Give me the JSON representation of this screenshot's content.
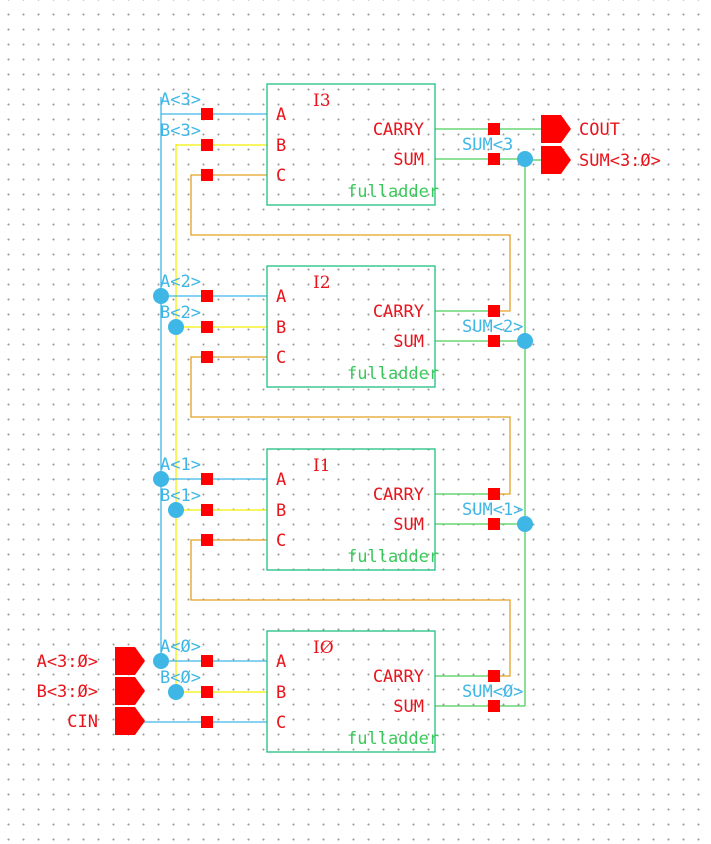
{
  "colors": {
    "block": "#20c080",
    "wire_blue": "#3fb7e6",
    "wire_yellow": "#f4f000",
    "wire_orange": "#e3a023",
    "wire_green": "#4ccf5a",
    "pin": "#ff0000",
    "label_red": "#e8141c",
    "label_blue": "#3fb7e6",
    "label_green": "#39c95a"
  },
  "instances": [
    {
      "name": "I3",
      "cell": "fulladder",
      "inputs": [
        "A",
        "B",
        "C"
      ],
      "outputs": [
        "CARRY",
        "SUM"
      ],
      "net_a": "A<3>",
      "net_b": "B<3>",
      "net_sum": "SUM<3"
    },
    {
      "name": "I2",
      "cell": "fulladder",
      "inputs": [
        "A",
        "B",
        "C"
      ],
      "outputs": [
        "CARRY",
        "SUM"
      ],
      "net_a": "A<2>",
      "net_b": "B<2>",
      "net_sum": "SUM<2>"
    },
    {
      "name": "I1",
      "cell": "fulladder",
      "inputs": [
        "A",
        "B",
        "C"
      ],
      "outputs": [
        "CARRY",
        "SUM"
      ],
      "net_a": "A<1>",
      "net_b": "B<1>",
      "net_sum": "SUM<1>"
    },
    {
      "name": "IØ",
      "cell": "fulladder",
      "inputs": [
        "A",
        "B",
        "C"
      ],
      "outputs": [
        "CARRY",
        "SUM"
      ],
      "net_a": "A<Ø>",
      "net_b": "B<Ø>",
      "net_sum": "SUM<Ø>"
    }
  ],
  "input_pins": [
    "A<3:Ø>",
    "B<3:Ø>",
    "CIN"
  ],
  "output_pins": [
    "COUT",
    "SUM<3:Ø>"
  ]
}
